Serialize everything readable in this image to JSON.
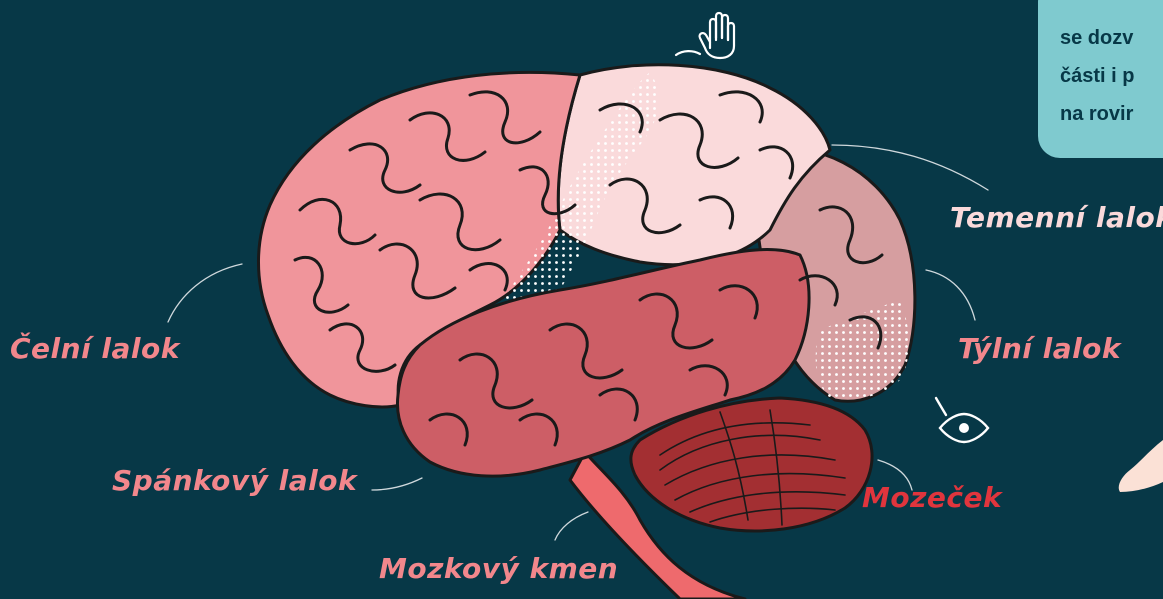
{
  "colors": {
    "background": "#073847",
    "frontal": "#f0959b",
    "parietal": "#fadadb",
    "occipital": "#d69ea0",
    "temporal": "#cd5e66",
    "cerebellum": "#a32f32",
    "brainstem": "#ee6a6d",
    "label_primary": "#f2878c",
    "label_cerebellum": "#e0353d",
    "label_parietal": "#fadadb",
    "callout": "#7fcacf",
    "callout_text": "#073847",
    "icons": "#ffffff"
  },
  "labels": {
    "frontal": "Čelní lalok",
    "temporal": "Spánkový lalok",
    "brainstem": "Mozkový kmen",
    "cerebellum": "Mozeček",
    "parietal": "Temenní lalok",
    "occipital": "Týlní lalok"
  },
  "callout": {
    "lines": [
      "se dozv",
      "části i p",
      "na rovir"
    ]
  },
  "icons": {
    "touch": "hand-icon",
    "vision": "eye-icon",
    "partial": "hand-partial-icon"
  }
}
